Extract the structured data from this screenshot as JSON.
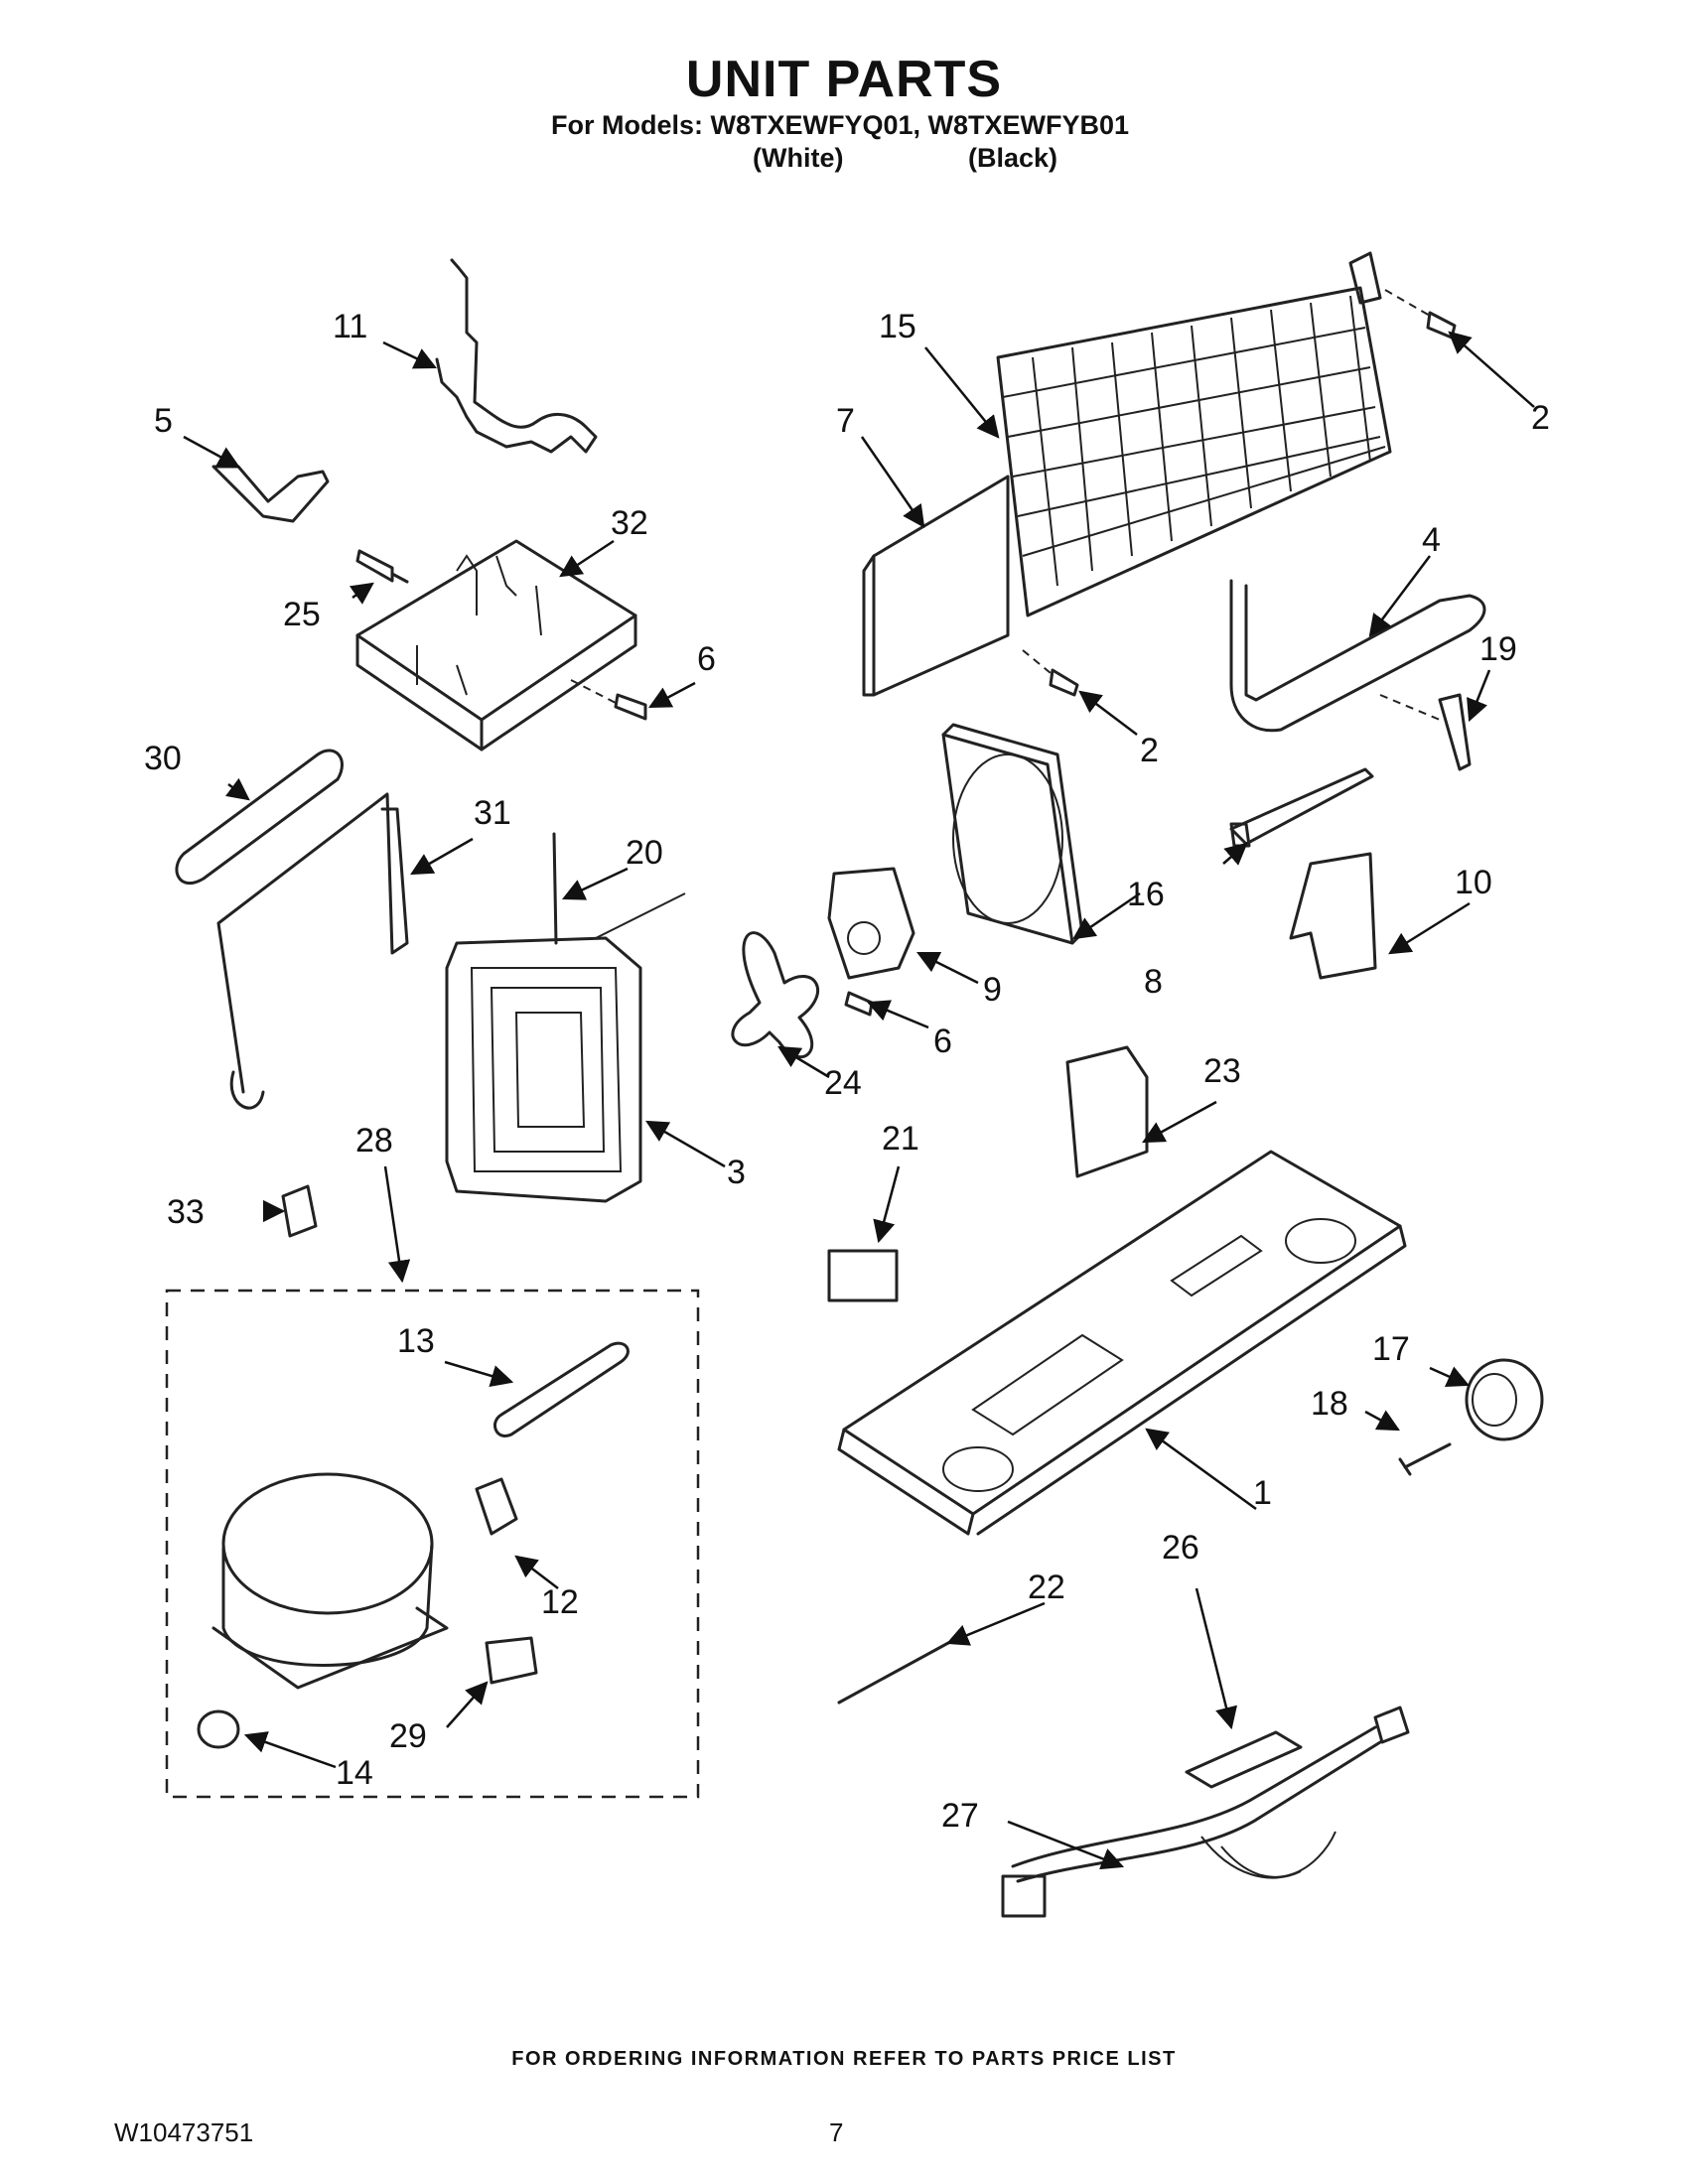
{
  "header": {
    "title": "UNIT PARTS",
    "models_line": "For Models: W8TXEWFYQ01, W8TXEWFYB01",
    "color_white": "(White)",
    "color_black": "(Black)"
  },
  "callouts": [
    "1",
    "2",
    "2",
    "3",
    "4",
    "5",
    "6",
    "6",
    "7",
    "8",
    "9",
    "10",
    "11",
    "12",
    "13",
    "14",
    "15",
    "16",
    "17",
    "18",
    "19",
    "20",
    "21",
    "22",
    "23",
    "24",
    "25",
    "26",
    "27",
    "28",
    "29",
    "30",
    "31",
    "32",
    "33"
  ],
  "footer": {
    "ordering_note": "FOR ORDERING INFORMATION REFER TO PARTS PRICE LIST",
    "document_number": "W10473751",
    "page_number": "7"
  }
}
